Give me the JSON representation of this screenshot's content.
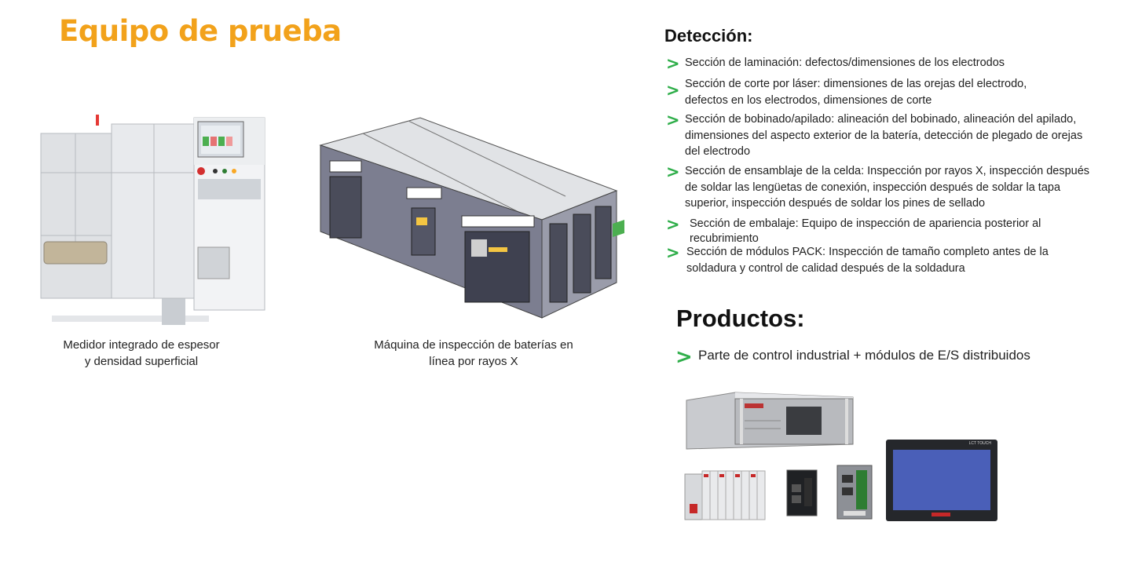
{
  "page_title": "Equipo de prueba",
  "equipment": [
    {
      "caption_line1": "Medidor integrado de espesor",
      "caption_line2": "y densidad superficial"
    },
    {
      "caption_line1": "Máquina de inspección de baterías en",
      "caption_line2": "línea por rayos X"
    }
  ],
  "detection": {
    "heading": "Detección:",
    "bullet_icon": "chevron-right-icon",
    "accent_color": "#2fae4a",
    "items": [
      {
        "line1": "Sección de laminación: defectos/dimensiones de los electrodos"
      },
      {
        "line1": "Sección de corte por láser: dimensiones de las orejas del electrodo,",
        "line2": "defectos en los electrodos, dimensiones de corte"
      },
      {
        "line1": "Sección de bobinado/apilado: alineación del bobinado, alineación del apilado,",
        "line2": "dimensiones del aspecto exterior de la batería, detección de plegado de orejas",
        "line3": "del electrodo"
      },
      {
        "line1": "Sección de ensamblaje de la celda: Inspección por rayos X, inspección después",
        "line2": "de soldar las lengüetas de conexión, inspección después de soldar la tapa",
        "line3": "superior, inspección después de soldar los pines de sellado"
      },
      {
        "line1": "Sección de embalaje: Equipo de inspección de apariencia posterior al",
        "line2": "recubrimiento"
      },
      {
        "line1": "Sección de módulos PACK: Inspección de tamaño completo antes de la",
        "line2": "soldadura y control de calidad después de la soldadura"
      }
    ]
  },
  "products": {
    "heading": "Productos:",
    "item": "Parte de control industrial + módulos de E/S distribuidos",
    "hmi_brand": "LCT TOUCH"
  },
  "colors": {
    "title": "#f2a21b",
    "chevron": "#2fae4a",
    "hmi_screen": "#4a5fb8"
  }
}
